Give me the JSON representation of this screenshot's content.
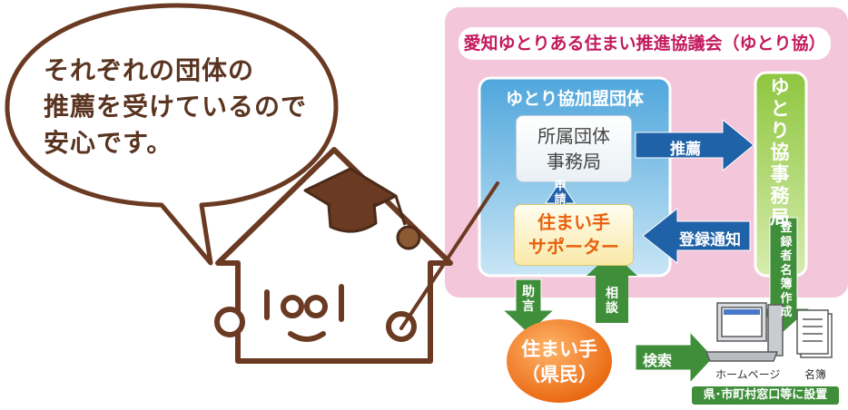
{
  "speech_bubble": {
    "lines": [
      "それぞれの団体の",
      "推薦を受けているので",
      "安心です。"
    ]
  },
  "council": {
    "title": "愛知ゆとりある住まい推進協議会（ゆとり協）"
  },
  "member_groups": {
    "title": "ゆとり協加盟団体"
  },
  "office": {
    "lines": [
      "所属団体",
      "事務局"
    ]
  },
  "supporter": {
    "lines": [
      "住まい手",
      "サポーター"
    ]
  },
  "secretariat": {
    "text": "ゆとり協事務局"
  },
  "registry": {
    "text": "登録者名簿作成"
  },
  "arrows": {
    "recommend": "推薦",
    "apply": "申請",
    "notify": "登録通知",
    "advice": "助言",
    "consult": "相談",
    "search": "検索"
  },
  "resident": {
    "lines": [
      "住まい手",
      "（県民）"
    ]
  },
  "homepage": {
    "label": "ホームページ"
  },
  "roster": {
    "label": "名簿"
  },
  "install_note": {
    "text": "県･市町村窓口等に設置"
  },
  "colors": {
    "council_bg": "#f4c6d9",
    "member_bg": "#5aaee0",
    "secretariat_bg": "#8bc34a",
    "arrow_blue": "#1f62a8",
    "arrow_green": "#3f8f3a",
    "resident": "#f07a18",
    "speech_text": "#5a3420"
  }
}
